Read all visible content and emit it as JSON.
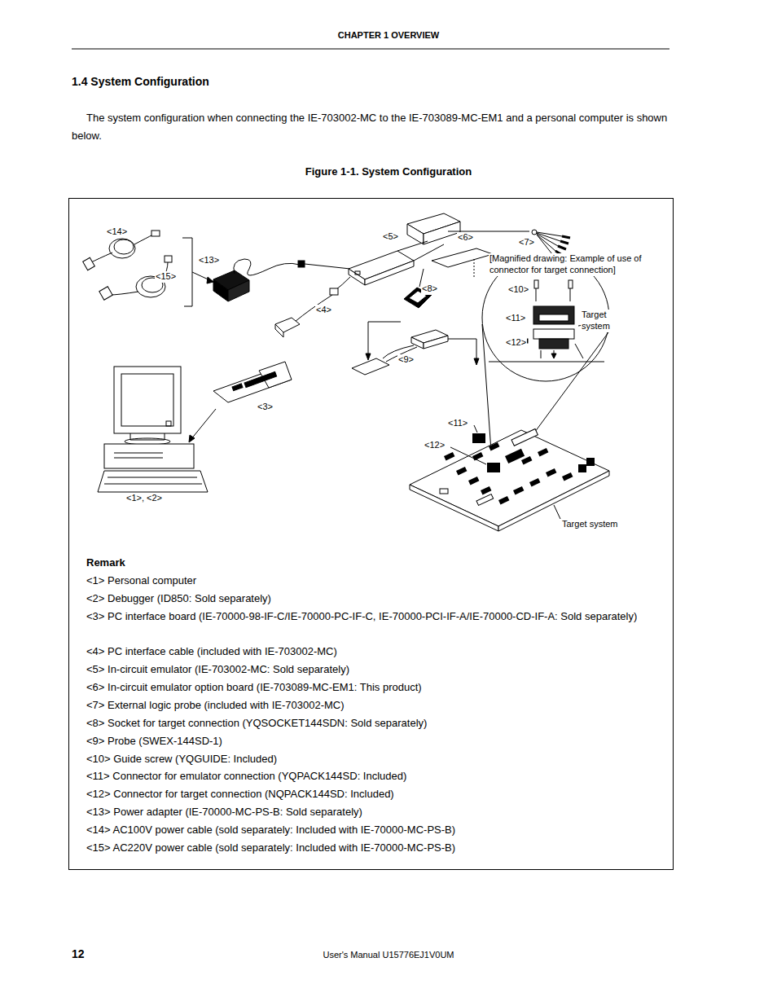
{
  "diagram": {
    "title": "Figure 1-1. System Configuration",
    "nodes": [
      {
        "text": [
          "Remark",
          "<1> Personal computer",
          "<2> Debugger (ID850: Sold separately)",
          "<3> PC interface board (IE-70000-98-IF-C/IE-70000-PC-IF-C, IE-70000-PCI-IF-A/IE-70000-CD-IF-A: Sold separately)",
          "<4> PC interface cable (included with IE-703002-MC)",
          "<5> In-circuit emulator (IE-703002-MC: Sold separately)",
          "<6> In-circuit emulator option board (IE-703089-MC-EM1: This product)",
          "<7> External logic probe (included with IE-703002-MC)",
          "<8> Socket for target connection (YQSOCKET144SDN: Sold separately)",
          "<9> Probe (SWEX-144SD-1)",
          "<10> Guide screw (YQGUIDE: Included)",
          "<11> Connector for emulator connection (YQPACK144SD: Included)",
          "<12> Connector for target connection (NQPACK144SD: Included)",
          "<13> Power adapter (IE-70000-MC-PS-B: Sold separately)",
          "<14> AC100V power cable (sold separately: Included with IE-70000-MC-PS-B)",
          "<15> AC220V power cable (sold separately: Included with IE-70000-MC-PS-B)"
        ]
      }
    ],
    "labels": [
      "CHAPTER 1 OVERVIEW",
      "1.4 System Configuration",
      "The system configuration when connecting the IE-703002-MC to the IE-703089-MC-EM1 and a personal computer is shown below.",
      "<14>",
      "<13>",
      "<15>",
      "<5>",
      "<6>",
      "<7>",
      "[Magnified drawing: Example of use of connector for target connection]",
      "<10>",
      "<8>",
      "<11>",
      "Target system",
      "<12>",
      "<4>",
      "<9>",
      "<3>",
      "<11>",
      "<12>",
      "<1>, <2>",
      "Target system",
      "12",
      "User's Manual U15776EJ1V0UM"
    ]
  }
}
